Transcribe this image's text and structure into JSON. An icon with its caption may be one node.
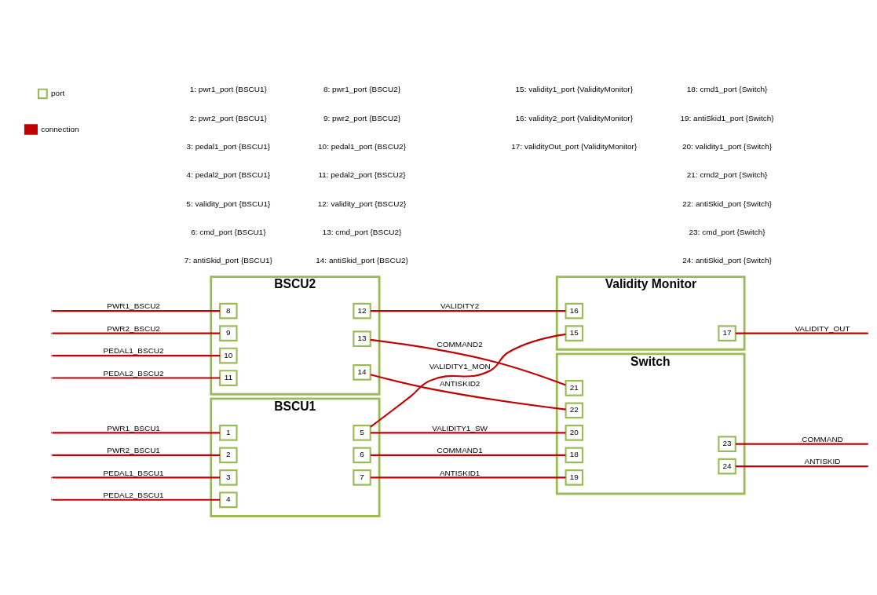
{
  "diagram": {
    "nodes": [
      {
        "text": [
          "BSCU1"
        ]
      },
      {
        "text": [
          "1"
        ],
        "in": 0
      },
      {
        "text": [
          "2"
        ],
        "in": 0
      },
      {
        "text": [
          "3"
        ],
        "in": 0
      },
      {
        "text": [
          "4"
        ],
        "in": 0
      },
      {
        "text": [
          "5"
        ],
        "in": 0
      },
      {
        "text": [
          "6"
        ],
        "in": 0
      },
      {
        "text": [
          "7"
        ],
        "in": 0
      },
      {
        "text": [
          "BSCU2"
        ]
      },
      {
        "text": [
          "8"
        ],
        "in": 8
      },
      {
        "text": [
          "9"
        ],
        "in": 8
      },
      {
        "text": [
          "10"
        ],
        "in": 8
      },
      {
        "text": [
          "11"
        ],
        "in": 8
      },
      {
        "text": [
          "12"
        ],
        "in": 8
      },
      {
        "text": [
          "13"
        ],
        "in": 8
      },
      {
        "text": [
          "14"
        ],
        "in": 8
      },
      {
        "text": [
          "Validity Monitor"
        ]
      },
      {
        "text": [
          "15"
        ],
        "in": 16
      },
      {
        "text": [
          "16"
        ],
        "in": 16
      },
      {
        "text": [
          "17"
        ],
        "in": 16
      },
      {
        "text": [
          "Switch"
        ]
      },
      {
        "text": [
          "18"
        ],
        "in": 20
      },
      {
        "text": [
          "19"
        ],
        "in": 20
      },
      {
        "text": [
          "20"
        ],
        "in": 20
      },
      {
        "text": [
          "21"
        ],
        "in": 20
      },
      {
        "text": [
          "22"
        ],
        "in": 20
      },
      {
        "text": [
          "23"
        ],
        "in": 20
      },
      {
        "text": [
          "24"
        ],
        "in": 20
      }
    ],
    "edges": [
      {
        "from": null,
        "to": 1,
        "arrow": "none",
        "label": "PWR1_BSCU1"
      },
      {
        "from": null,
        "to": 2,
        "arrow": "none",
        "label": "PWR2_BSCU1"
      },
      {
        "from": null,
        "to": 3,
        "arrow": "none",
        "label": "PEDAL1_BSCU1"
      },
      {
        "from": null,
        "to": 4,
        "arrow": "none",
        "label": "PEDAL2_BSCU1"
      },
      {
        "from": 5,
        "to": 17,
        "arrow": "none",
        "label": "VALIDITY1_MON"
      },
      {
        "from": 13,
        "to": 18,
        "arrow": "none",
        "label": "VALIDITY2"
      },
      {
        "from": 19,
        "to": null,
        "arrow": "none",
        "label": "VALIDITY_OUT"
      },
      {
        "from": 6,
        "to": 21,
        "arrow": "none",
        "label": "COMMAND1"
      },
      {
        "from": 7,
        "to": 22,
        "arrow": "none",
        "label": "ANTISKID1"
      },
      {
        "from": 5,
        "to": 23,
        "arrow": "none",
        "label": "VALIDITY1_SW"
      },
      {
        "from": 14,
        "to": 24,
        "arrow": "none",
        "label": "COMMAND2"
      },
      {
        "from": 15,
        "to": 25,
        "arrow": "none",
        "label": "ANTISKID2"
      },
      {
        "from": 26,
        "to": null,
        "arrow": "none",
        "label": "COMMAND"
      },
      {
        "from": 27,
        "to": null,
        "arrow": "none",
        "label": "ANTISKID"
      },
      {
        "from": null,
        "to": 9,
        "arrow": "none",
        "label": "PWR1_BSCU2"
      },
      {
        "from": null,
        "to": 10,
        "arrow": "none",
        "label": "PWR2_BSCU2"
      },
      {
        "from": null,
        "to": 11,
        "arrow": "none",
        "label": "PEDAL1_BSCU2"
      },
      {
        "from": null,
        "to": 12,
        "arrow": "none",
        "label": "PEDAL2_BSCU2"
      }
    ],
    "labels": [
      "1: pwr1_port {BSCU1}",
      "2: pwr2_port {BSCU1}",
      "3: pedal1_port {BSCU1}",
      "4: pedal2_port {BSCU1}",
      "5: validity_port {BSCU1}",
      "6: cmd_port {BSCU1}",
      "7: antiSkid_port {BSCU1}",
      "8: pwr1_port {BSCU2}",
      "9: pwr2_port {BSCU2}",
      "10: pedal1_port {BSCU2}",
      "11: pedal2_port {BSCU2}",
      "12: validity_port {BSCU2}",
      "13: cmd_port {BSCU2}",
      "14: antiSkid_port {BSCU2}",
      "15: validity1_port {ValidityMonitor}",
      "16: validity2_port {ValidityMonitor}",
      "17: validityOut_port {ValidityMonitor}",
      "18: cmd1_port {Switch}",
      "19: antiSkid1_port {Switch}",
      "20: validity1_port {Switch}",
      "21: cmd2_port {Switch}",
      "22: antiSkid_port {Switch}",
      "23: cmd_port {Switch}",
      "24: antiSkid_port {Switch}"
    ],
    "legend": [
      {
        "text": "port"
      },
      {
        "text": "connection"
      }
    ]
  }
}
